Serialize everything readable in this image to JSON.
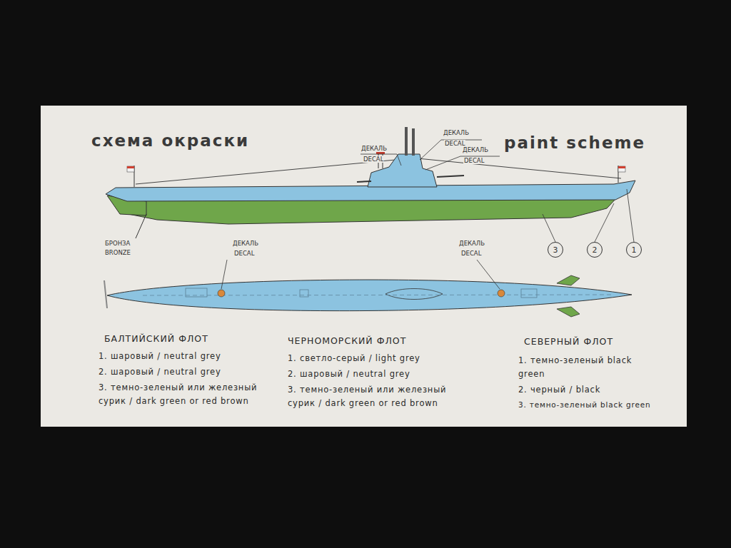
{
  "diagram": {
    "title": "схема окраски",
    "nodes": [
      {
        "text": [
          "3"
        ]
      },
      {
        "text": [
          "2"
        ]
      },
      {
        "text": [
          "1"
        ]
      }
    ],
    "labels": [
      "paint scheme",
      "ДЕКАЛЬ",
      "DECAL",
      "ДЕКАЛЬ",
      "DECAL",
      "ДЕКАЛЬ",
      "DECAL",
      "БРОНЗА",
      "BRONZE",
      "ДЕКАЛЬ",
      "DECAL",
      "ДЕКАЛЬ",
      "DECAL",
      "БАЛТИЙСКИЙ ФЛОТ",
      "1. шаровый / neutral grey",
      "2. шаровый / neutral grey",
      "3. темно-зеленый или железный сурик / dark green or red brown",
      "ЧЕРНОМОРСКИЙ ФЛОТ",
      "1. светло-серый / light grey",
      "2. шаровый / neutral grey",
      "3. темно-зеленый или железный сурик / dark green or red brown",
      "СЕВЕРНЫЙ ФЛОТ",
      "1. темно-зеленый black green",
      "2. черный / black",
      "3. темно-зеленый black green"
    ]
  }
}
